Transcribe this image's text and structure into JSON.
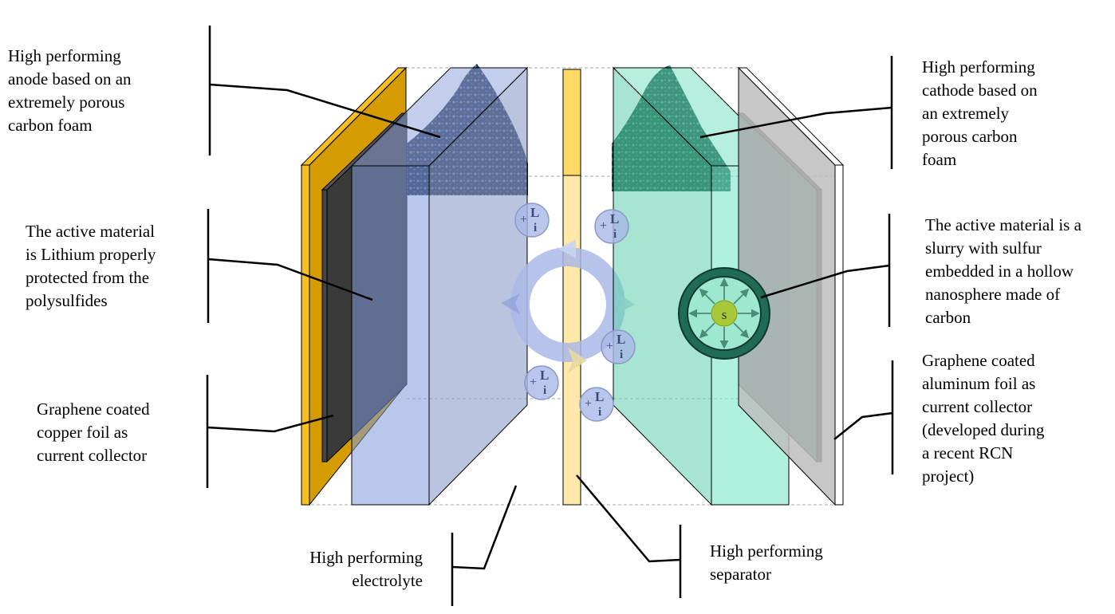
{
  "labels": {
    "anode": "High performing\nanode based on an\nextremely porous\ncarbon foam",
    "lithium": "The active material\nis Lithium properly\nprotected from the\npolysulfides",
    "copper": "Graphene coated\ncopper foil as\ncurrent collector",
    "electrolyte": "High performing\nelectrolyte",
    "separator": "High performing\nseparator",
    "cathode": "High performing\ncathode based on\nan extremely\nporous carbon\nfoam",
    "sulfur": "The active material is a\nslurry with sulfur\nembedded in a hollow\nnanosphere made of\ncarbon",
    "aluminum": "Graphene coated\naluminum foil as\ncurrent collector\n(developed during\na recent RCN\nproject)"
  },
  "ions": {
    "element": "L",
    "subscript": "i",
    "charge": "+"
  },
  "sulfur_symbol": "s",
  "colors": {
    "copper_foil": "#d49c00",
    "copper_edge": "#f5c020",
    "anode_block": "#8fa5dc",
    "anode_foam": "#1f2a48",
    "separator": "#ffe08a",
    "cathode_block": "#5fdcbb",
    "cathode_foam": "#0f4a3a",
    "aluminum_foil": "#c0c0c0",
    "graphene_layer": "#444444",
    "ion": "#a9b8e6",
    "sulfur_core": "#a8c83a",
    "nanosphere": "#1f6b55"
  }
}
